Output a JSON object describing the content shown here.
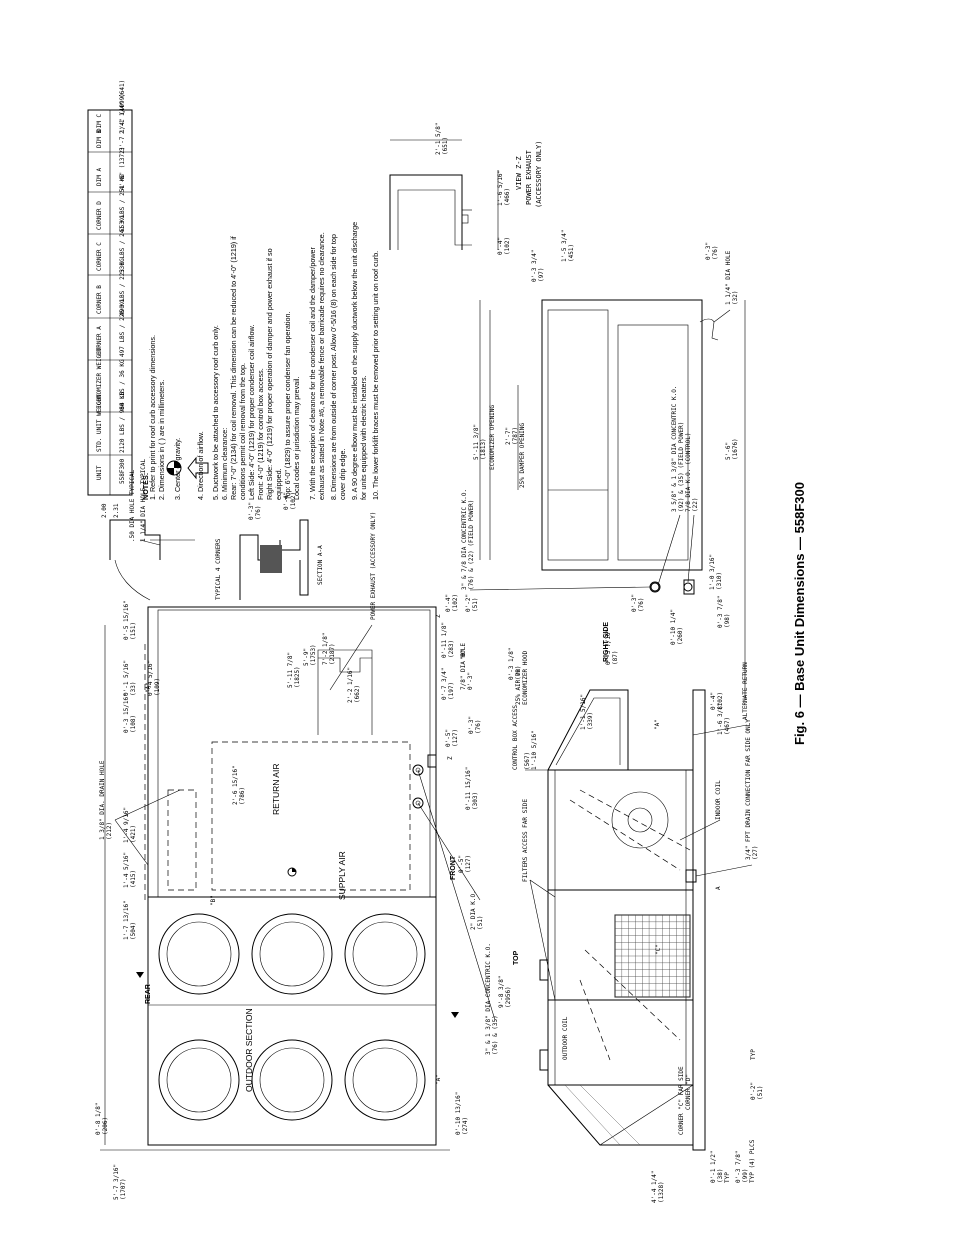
{
  "figure": {
    "caption": "Fig. 6 — Base Unit Dimensions — 558F300"
  },
  "table": {
    "headers": [
      "UNIT",
      "STD. UNIT WEIGHT",
      "ECONOMIZER WEIGHT",
      "CORNER A",
      "CORNER B",
      "CORNER C",
      "CORNER D",
      "DIM A",
      "DIM B",
      "DIM C"
    ],
    "rows": [
      [
        "558F300",
        "2120 LBS / 964 KG",
        "80 LBS / 36 KG",
        "497 LBS / 226 KG",
        "490 LBS / 223 KG",
        "530 LBS / 241 KG",
        "553 LBS / 251 KG",
        "4'-6\" (1372)",
        "3'-7 1/4\" (1099)",
        "2'-1 1/4\" (641)"
      ]
    ]
  },
  "notes": {
    "heading": "NOTES:",
    "items": [
      "1.  Refer to print for roof curb accessory dimensions.",
      "2.  Dimensions in ( ) are in millimeters.",
      "3.      Center of gravity.",
      "4.      Direction of airflow.",
      "5.  Ductwork to be attached to accessory roof curb only.",
      "6.  Minimum clearance:",
      "     Rear: 7'-0\" (2134) for coil removal. This dimension can be reduced to 4'-0\" (1219) if",
      "     conditions permit coil removal from the top.",
      "     Left Side: 4'-0\" (1219) for proper condenser coil airflow.",
      "     Front: 4'-0\" (1219) for control box access.",
      "     Right Side: 4'-0\" (1219) for proper operation of damper and power exhaust if so",
      "     equipped.",
      "     Top: 6'-0\" (1829) to assure proper condenser fan operation.",
      "     Local codes or jurisdiction may prevail.",
      "7.  With the exception of clearance for the condenser coil and the damper/power",
      "     exhaust as stated in Note #6, a removable fence or barricade requires no clearance.",
      "8.  Dimensions are from outside of corner post. Allow 0'-5/16 (8) on each side for top",
      "     cover drip edge.",
      "9.  A 90 degree elbow must be installed on the supply ductwork below the unit discharge",
      "     for units equipped with electric heaters.",
      "10. The lower forklift braces must be removed prior to setting unit on roof curb."
    ]
  },
  "labels": {
    "outdoor_section": "OUTDOOR SECTION",
    "supply_air": "SUPPLY AIR",
    "return_air": "RETURN AIR",
    "rear": "REAR",
    "front": "FRONT",
    "top": "TOP",
    "right_side": "RIGHT SIDE",
    "section_aa": "SECTION A-A",
    "power_exhaust_acc": "POWER EXHAUST (ACCESSORY ONLY)",
    "view_zz": "VIEW Z-Z",
    "view_zz_sub": "POWER EXHAUST",
    "view_zz_sub2": "(ACCESSORY ONLY)",
    "typical_4_corners": "TYPICAL 4 CORNERS",
    "dia_50": ".50 DIA HOLE TYPICAL",
    "dia_114": "1 1/4\" DIA HOLE TYPICAL",
    "drain_hole": "1 3/8\" DIA. DRAIN HOLE",
    "drain_hole_mm": "(212)",
    "ko_2in": "2\" DIA K.O.",
    "ko_2in_mm": "(51)",
    "ko_concentric": "3\" & 1 3/8\" DIA CONCENTRIC K.O.",
    "ko_concentric_mm": "(76) & (35)",
    "ko_78_side": "3\" & 7/8 DIA CONCENTRIC K.O.",
    "ko_78_side_mm": "(76) & (22) (FIELD POWER)",
    "economizer_opening": "ECONOMIZER OPENING",
    "damper_opening": "25% DAMPER OPENING",
    "control_box": "CONTROL BOX ACCESS",
    "filters": "FILTERS ACCESS FAR SIDE",
    "indoor_coil": "INDOOR COIL",
    "outdoor_coil": "OUTDOOR COIL",
    "alt_return": "ALTERNATE RETURN",
    "drain_conn": "3/4\" FPT DRAIN CONNECTION FAR SIDE ONLY",
    "drain_conn_mm": "(27)",
    "corner_c": "CORNER \"C\" FAR SIDE",
    "corner_d": "CORNER \"D\"",
    "dia_hole_78": "7/8\" DIA HOLE",
    "economizer_hood": "ECONOMIZER HOOD",
    "air_hood": "25% AIR OR",
    "side_ko_field": "3 5/8\" & 1 3/8\" DIA CONCENTRIC K.O.",
    "side_ko_field_mm": "(92) & (35) (FIELD POWER)",
    "side_ko_ctrl": "7/8 DIA K.O. (CONTROL)",
    "side_ko_ctrl_mm": "(22)",
    "dia_hole_114": "1 1/4\" DIA HOLE",
    "dia_hole_114_mm": "(32)",
    "typ_4_plcs": "TYP (4) PLCS",
    "typ": "TYP"
  },
  "dims": {
    "d_5_7": "5'-7 3/16\"",
    "d_5_7_mm": "(1707)",
    "d_0_8": "0'-8 1/8\"",
    "d_0_8_mm": "(206)",
    "d_0_10": "0'-10 13/16\"",
    "d_0_10_mm": "(274)",
    "d_1_7": "1'-7 13/16\"",
    "d_1_7_mm": "(504)",
    "d_1_4a": "1'-4 5/16\"",
    "d_1_4a_mm": "(415)",
    "d_1_4b": "1'-4 9/16\"",
    "d_1_4b_mm": "(421)",
    "d_0_3": "0'-3 15/16\"",
    "d_0_3_mm": "(108)",
    "d_0_1": "0'-1 5/16\"",
    "d_0_1_mm": "(33)",
    "d_0_4": "0'-4 5/16\"",
    "d_0_4_mm": "(109)",
    "d_0_5": "0'-5 15/16\"",
    "d_0_5_mm": "(151)",
    "d_2_6": "2'-6 15/16\"",
    "d_2_6_mm": "(786)",
    "d_5_11": "5'-11 7/8\"",
    "d_5_11_mm": "(1825)",
    "d_5_9": "5'-9\"",
    "d_5_9_mm": "(1753)",
    "d_7_2": "7'-2 1/8\"",
    "d_7_2_mm": "(2187)",
    "d_2_2": "2'-2 1/16\"",
    "d_2_2_mm": "(662)",
    "d_9_8": "9'-8 3/8\"",
    "d_9_8_mm": "(2956)",
    "d_2_00": "2.00",
    "d_2_31": "2.31",
    "d_0_3b": "0'-3\"",
    "d_0_3b_mm": "(76)",
    "d_0_4b": "0'-4\"",
    "d_0_4b_mm": "(102)",
    "d_0_11a": "0'-11 15/16\"",
    "d_0_11a_mm": "(303)",
    "d_0_5b": "0'-5\"",
    "d_0_5b_mm": "(127)",
    "d_0_2": "0'-2\"",
    "d_0_2_mm": "(51)",
    "d_0_7": "0'-7 3/4\"",
    "d_0_7_mm": "(197)",
    "d_0_11b": "0'-11 1/8\"",
    "d_0_11b_mm": "(283)",
    "d_5_11b": "5'-11 3/8\"",
    "d_5_11b_mm": "(1813)",
    "d_2_7": "2'-7\"",
    "d_2_7_mm": "(787)",
    "d_5_6": "5'-6\"",
    "d_5_6_mm": "(1676)",
    "d_1_6": "1'-6 3/8\"",
    "d_1_6_mm": "(467)",
    "d_1_1": "1'-1 5/16\"",
    "d_1_1_mm": "(339)",
    "d_1_10": "1'-10 5/16\"",
    "d_1_10_mm": "(567)",
    "d_0_3c": "0'-3 7/16\"",
    "d_0_3c_mm": "(87)",
    "d_0_3d": "0'-3 1/8\"",
    "d_0_3d_mm": "(79)",
    "d_0_10b": "0'-10 1/4\"",
    "d_0_10b_mm": "(260)",
    "d_0_3e": "0'-3 7/8\"",
    "d_0_3e_mm": "(98)",
    "d_1_0": "1'-0 3/16\"",
    "d_1_0_mm": "(310)",
    "d_0_3f": "0'-3 3/4\"",
    "d_0_3f_mm": "(97)",
    "d_1_5": "1'-5 3/4\"",
    "d_1_5_mm": "(451)",
    "d_2_1": "2'-1 5/8\"",
    "d_2_1_mm": "(651)",
    "d_1_6b": "1'-6 5/16\"",
    "d_1_6b_mm": "(466)",
    "d_4_4": "4'-4 1/4\"",
    "d_4_4_mm": "(1328)",
    "d_0_1b": "0'-1 1/2\"",
    "d_0_1b_mm": "(38)",
    "d_0_3g": "0'-3 7/8\"",
    "d_0_3g_mm": "(99)",
    "d_0_2b": "0'-2\"",
    "d_0_2b_mm": "(51)"
  }
}
